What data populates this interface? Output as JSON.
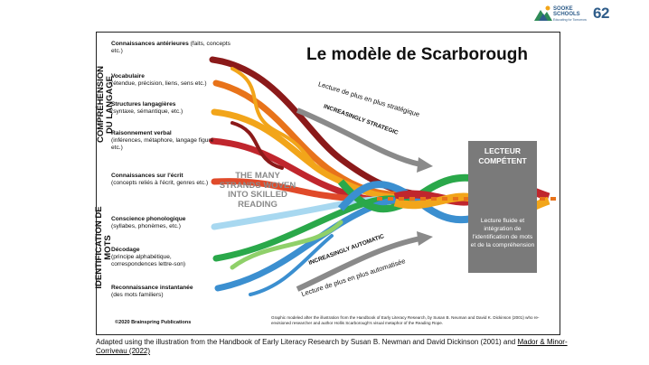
{
  "logo": {
    "name": "SOOKE SCHOOLS",
    "number": "62",
    "small": "Educating for Tomorrow"
  },
  "diagram": {
    "title": "Le modèle de Scarborough",
    "left_labels": {
      "top": "COMPRÉHENSION DU LANGAGE",
      "bottom": "IDENTIFICATION DE MOTS"
    },
    "items": [
      {
        "title": "Connaissances antérieures",
        "detail": " (faits, concepts etc.)"
      },
      {
        "title": "Vocabulaire",
        "detail": "(étendue, précision, liens, sens etc.)"
      },
      {
        "title": "Structures langagières",
        "detail": "(syntaxe, sémantique, etc.)"
      },
      {
        "title": "Raisonnement verbal",
        "detail": "(inférences, métaphore, langage figuré etc.)"
      },
      {
        "title": "Connaissances sur l'écrit",
        "detail": "(concepts reliés à l'écrit, genres etc.)"
      },
      {
        "title": "Conscience phonologique",
        "detail": "(syllabes, phonèmes, etc.)"
      },
      {
        "title": "Décodage",
        "detail": "(principe alphabétique, correspondences lettre-son)"
      },
      {
        "title": "Reconnaissance instantanée",
        "detail": "(des mots familiers)"
      }
    ],
    "center_text": "THE MANY STRANDS WOVEN INTO SKILLED READING",
    "arrow_top_fr": "Lecture de plus en plus stratégique",
    "arrow_top_en": "INCREASINGLY STRATEGIC",
    "arrow_bottom_en": "INCREASINGLY AUTOMATIC",
    "arrow_bottom_fr": "Lecture de plus en plus automatisée",
    "lecteur_title": "LECTEUR COMPÉTENT",
    "lecteur_desc": "Lecture fluide et intégration de l'identification de mots et de la compréhension",
    "copyright": "©2020 Brainspring Publications",
    "credit": "Graphic modeled after the illustration from the Handbook of Early Literacy Research, by Susan B. Neuman and David K. Dickinson (2001) who re-envisioned researcher and author Hollis Scarborough's visual metaphor of the Reading Rope."
  },
  "caption": {
    "text": "Adapted using the illustration from the Handbook of Early Literacy Research by Susan B. Newman and David Dickinson (2001) and ",
    "link": "Mador & Minor-Corriveau (2022)"
  },
  "colors": {
    "comprehension_strands": [
      "#c0262d",
      "#e8731a",
      "#f2a51a",
      "#8b1a1a",
      "#e04a2a"
    ],
    "word_strands": [
      "#3b8fd0",
      "#2aa84a",
      "#8fd06a",
      "#a8d8f0"
    ],
    "arrow": "#8a8a8a",
    "lecteur_box": "#7a7a7a"
  }
}
